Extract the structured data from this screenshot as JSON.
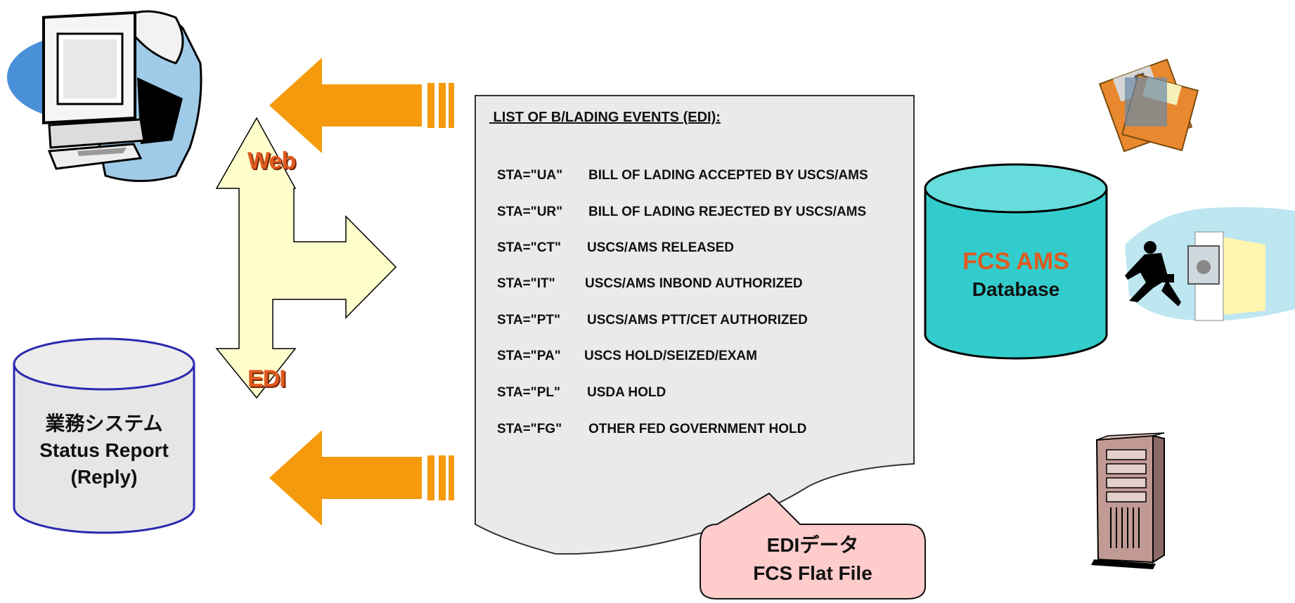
{
  "flat_file": {
    "title": " LIST OF B/LADING EVENTS (EDI):",
    "events": [
      {
        "code": "STA=\"UA\"",
        "desc": "BILL OF LADING ACCEPTED BY USCS/AMS"
      },
      {
        "code": "STA=\"UR\"",
        "desc": "BILL OF LADING REJECTED BY USCS/AMS"
      },
      {
        "code": "STA=\"CT\"",
        "desc": "USCS/AMS RELEASED"
      },
      {
        "code": "STA=\"IT\"",
        "desc": "USCS/AMS INBOND AUTHORIZED"
      },
      {
        "code": "STA=\"PT\"",
        "desc": "USCS/AMS PTT/CET AUTHORIZED"
      },
      {
        "code": "STA=\"PA\"",
        "desc": "USCS HOLD/SEIZED/EXAM"
      },
      {
        "code": "STA=\"PL\"",
        "desc": "USDA HOLD"
      },
      {
        "code": "STA=\"FG\"",
        "desc": "OTHER FED GOVERNMENT HOLD"
      }
    ]
  },
  "labels": {
    "web": "Web",
    "edi": "EDI"
  },
  "business_system": {
    "line1": "業務システム",
    "line2": "Status Report",
    "line3": "(Reply)"
  },
  "fcs_database": {
    "line1": "FCS AMS",
    "line2": "Database"
  },
  "callout": {
    "line1": "EDIデータ",
    "line2": "FCS Flat File"
  },
  "clipart": [
    "computer-user-icon",
    "floppy-disk-icon",
    "running-man-icon",
    "server-tower-icon"
  ],
  "colors": {
    "arrow_orange": "#f59a0c",
    "double_arrow_fill": "#ffffcc",
    "database_teal": "#33cccc",
    "callout_pink": "#ffcccc",
    "business_cylinder": "#e6e6e6",
    "business_border": "#2a2ab0",
    "label_red": "#e05a20"
  }
}
